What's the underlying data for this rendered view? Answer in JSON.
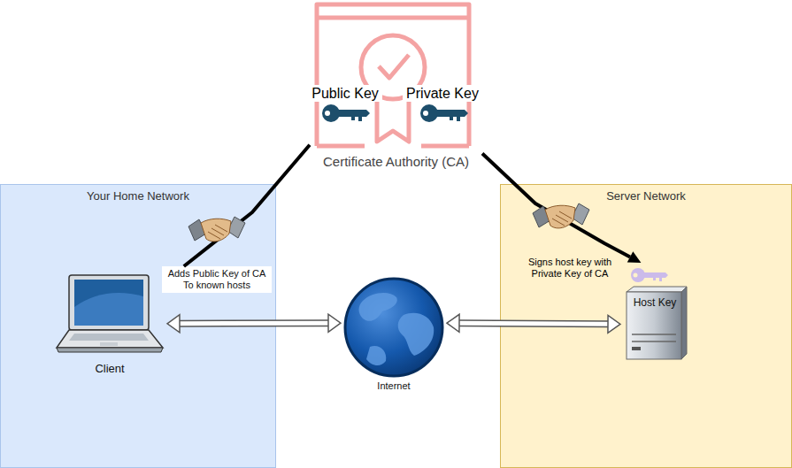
{
  "diagram": {
    "nodes": [
      {
        "text": [
          "Certificate Authority (CA)"
        ]
      },
      {
        "text": [
          "Your Home Network"
        ]
      },
      {
        "text": [
          "Adds Public Key of CA To known hosts"
        ],
        "in": 1
      },
      {
        "text": [
          "Client"
        ],
        "in": 1
      },
      {
        "text": [
          "Internet"
        ]
      },
      {
        "text": [
          "Server Network"
        ]
      },
      {
        "text": [
          "Host Key"
        ],
        "in": 5
      }
    ],
    "edges": [
      {
        "from": 0,
        "to": 2,
        "arrow": "none"
      },
      {
        "from": 0,
        "to": 6,
        "arrow": "to"
      },
      {
        "from": 3,
        "to": 4,
        "arrow": "both"
      },
      {
        "from": 4,
        "to": 6,
        "arrow": "both"
      }
    ],
    "labels": [
      "Public Key",
      "Private Key",
      "Signs host key with Private Key of CA"
    ]
  }
}
